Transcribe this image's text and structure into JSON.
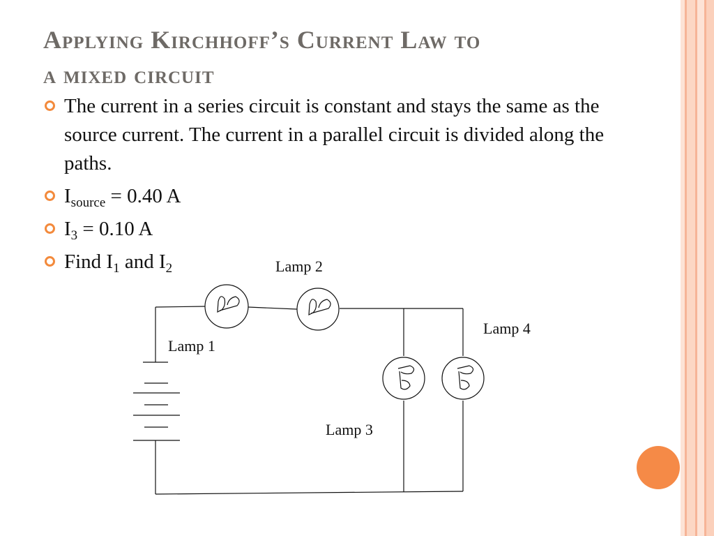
{
  "title": {
    "line1": "Applying Kirchhoff’s Current Law to",
    "line2": "a mixed circuit"
  },
  "bullets": {
    "b1": "The current in a series circuit is constant and stays the same as the source current. The current in a parallel circuit is divided along the paths.",
    "b2_var": "I",
    "b2_sub": "source",
    "b2_rest": " = 0.40 A",
    "b3_var": "I",
    "b3_sub": "3",
    "b3_rest": " = 0.10 A",
    "b4_pre": "Find I",
    "b4_sub1": "1",
    "b4_mid": " and I",
    "b4_sub2": "2"
  },
  "circuit": {
    "lamp1": "Lamp 1",
    "lamp2": "Lamp 2",
    "lamp3": "Lamp 3",
    "lamp4": "Lamp 4"
  },
  "colors": {
    "accent": "#f38a3c",
    "title": "#6e6a66",
    "orb": "#f58a47",
    "stripe_light": "#fbd9c8",
    "stripe_mid": "#f7b99a"
  }
}
